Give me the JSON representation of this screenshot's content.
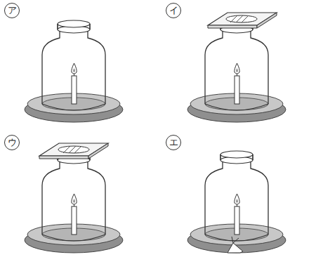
{
  "diagram": {
    "labels": [
      "ア",
      "イ",
      "ウ",
      "エ"
    ]
  }
}
